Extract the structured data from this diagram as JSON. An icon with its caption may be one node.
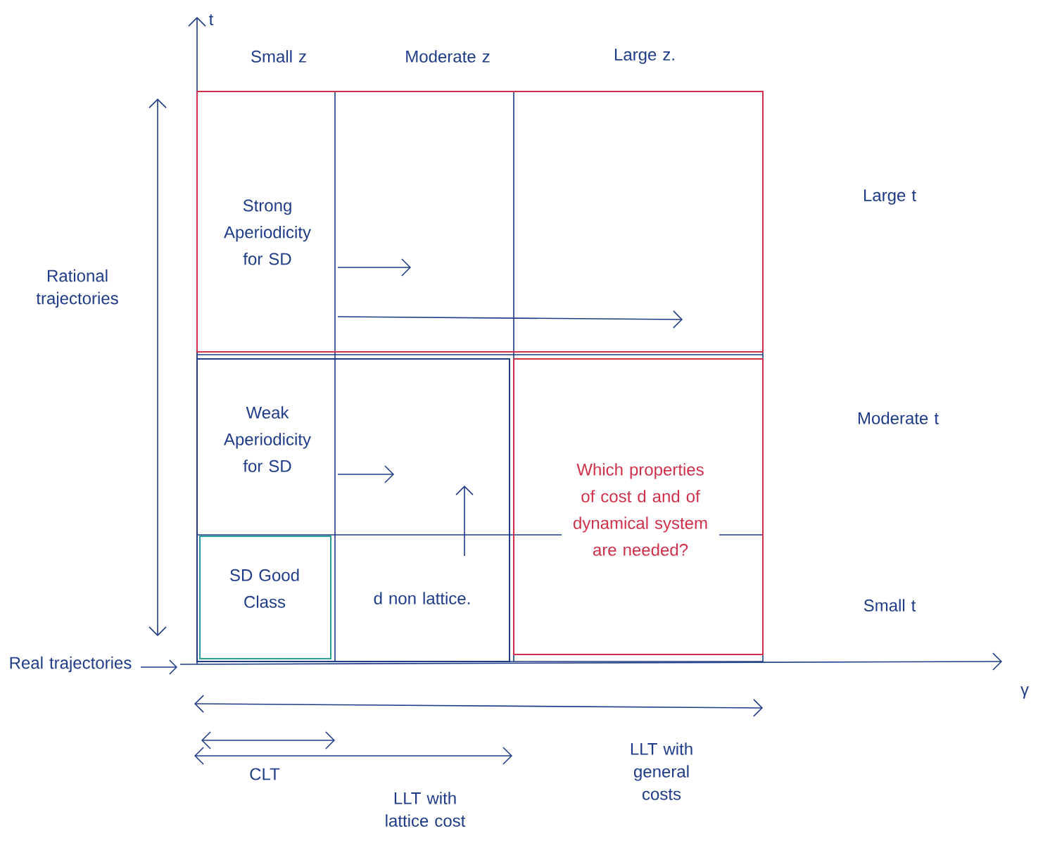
{
  "diagram": {
    "nodes": [
      {
        "text": [
          "Strong Aperiodicity for SD"
        ]
      },
      {
        "text": [
          "Weak Aperiodicity for SD"
        ]
      },
      {
        "text": [
          "SD Good Class"
        ],
        "in": 1
      },
      {
        "text": [
          "d non lattice."
        ],
        "in": 1
      },
      {
        "text": [
          "Which properties of cost d and of dynamical system are needed?"
        ]
      }
    ],
    "labels": [
      "t",
      "Small z",
      "Moderate z",
      "Large z.",
      "Large t",
      "Rational trajectories",
      "Moderate t",
      "Small t",
      "Real trajectories",
      "γ",
      "LLT with general costs",
      "CLT",
      "LLT with lattice cost"
    ]
  }
}
